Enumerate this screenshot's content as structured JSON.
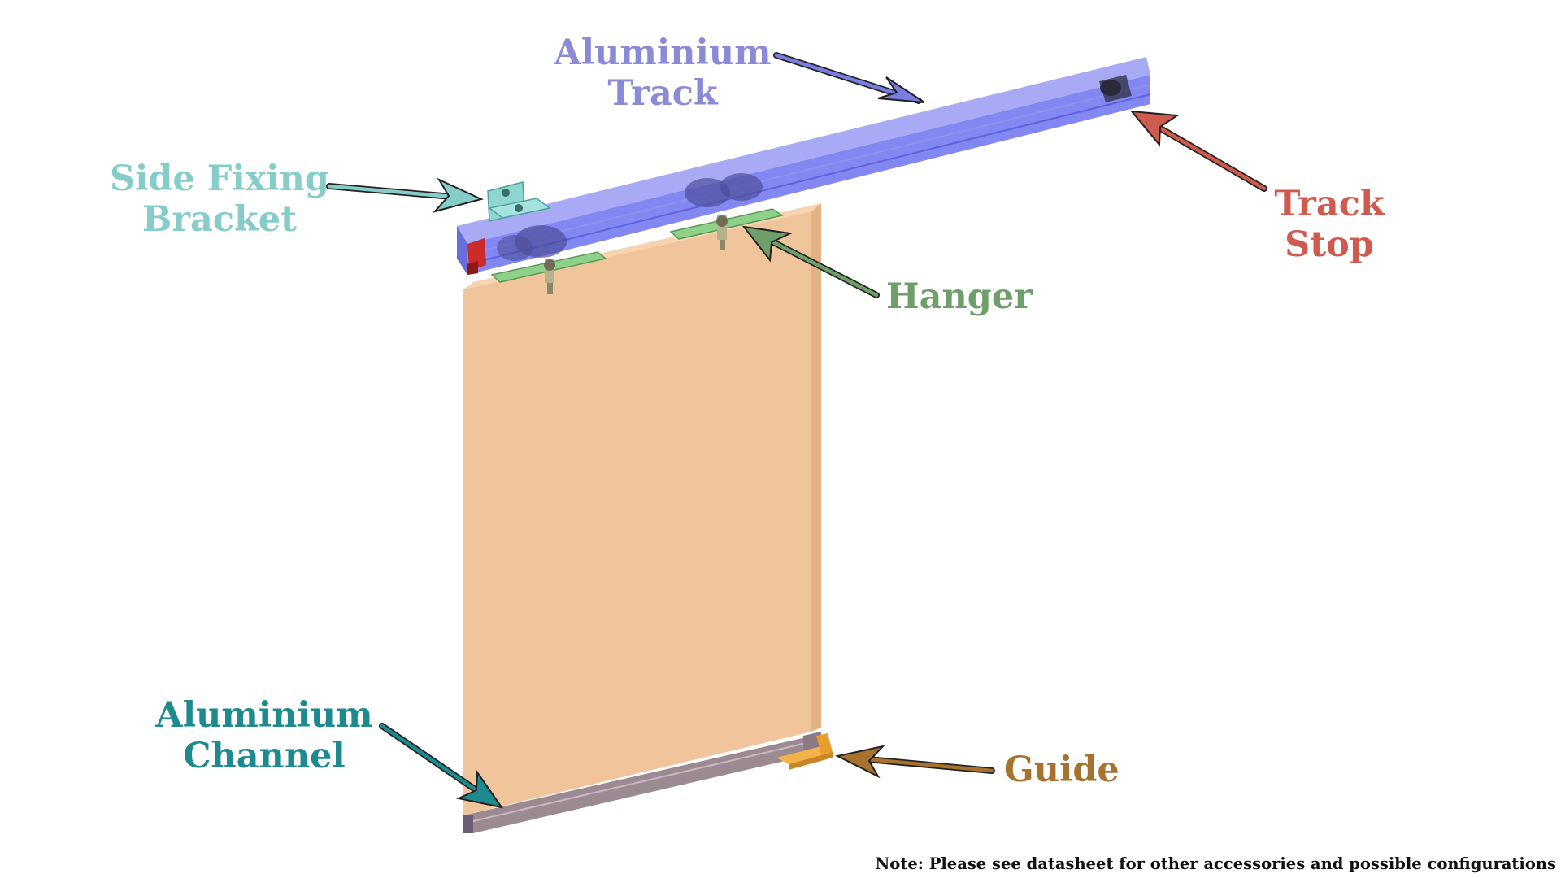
{
  "labels": {
    "aluminium_track": [
      "Aluminium",
      "Track"
    ],
    "side_fixing_bracket": [
      "Side Fixing",
      "Bracket"
    ],
    "track_stop": [
      "Track",
      "Stop"
    ],
    "hanger": [
      "Hanger"
    ],
    "aluminium_channel": [
      "Aluminium",
      "Channel"
    ],
    "guide": [
      "Guide"
    ]
  },
  "note": "Note: Please see datasheet for other accessories and possible configurations",
  "colors": {
    "track": "#7a7ef0",
    "track_label": "#8a8ad6",
    "bracket_label": "#86cdca",
    "stop_label": "#cf5a4e",
    "hanger_label": "#6e9f6a",
    "channel_label": "#1d8a8f",
    "guide_label": "#a7722d",
    "door": "#f0c59b",
    "hanger_plate": "#8fd08a",
    "guide_part": "#f3b34a",
    "stop_part": "#cc2b2b",
    "channel_part": "#a08a96"
  }
}
